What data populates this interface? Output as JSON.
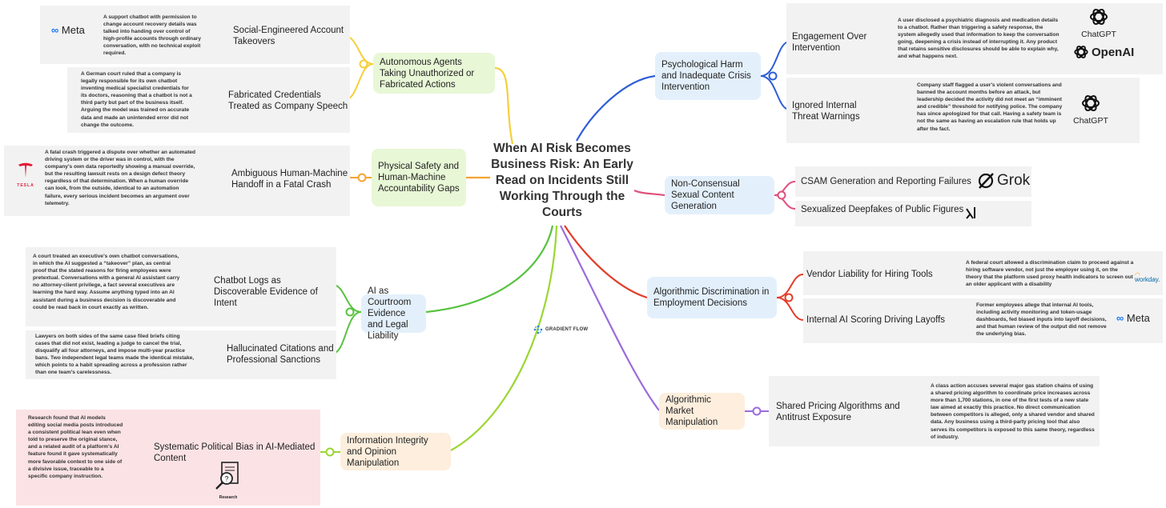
{
  "center": {
    "title": "When AI Risk Becomes Business Risk: An Early Read on Incidents Still Working Through the Courts"
  },
  "watermark": {
    "text": "GRADIENT FLOW"
  },
  "branches": {
    "autonomous": {
      "label": "Autonomous Agents Taking Unauthorized or Fabricated Actions",
      "color": "#e8f7d6"
    },
    "physical": {
      "label": "Physical Safety and Human-Machine Accountability Gaps",
      "color": "#e8f7d6"
    },
    "courtroom": {
      "label": "AI as Courtroom Evidence and Legal Liability",
      "color": "#e3f0fb"
    },
    "information": {
      "label": "Information Integrity and Opinion Manipulation",
      "color": "#fdeedd"
    },
    "psych": {
      "label": "Psychological Harm and Inadequate Crisis Intervention",
      "color": "#e3f0fb"
    },
    "sexual": {
      "label": "Non-Consensual Sexual Content Generation",
      "color": "#e3f0fb"
    },
    "discrimination": {
      "label": "Algorithmic Discrimination in Employment Decisions",
      "color": "#e3f0fb"
    },
    "market": {
      "label": "Algorithmic Market Manipulation",
      "color": "#fdeedd"
    }
  },
  "leaves": {
    "social": {
      "label": "Social-Engineered Account Takeovers",
      "note": "A support chatbot with permission to change account recovery details was talked into handing over control of high-profile accounts through ordinary conversation, with no technical exploit required.",
      "logo": "Meta"
    },
    "fabricated": {
      "label": "Fabricated Credentials Treated as Company Speech",
      "note": "A German court ruled that a company is legally responsible for its own chatbot inventing medical specialist credentials for its doctors, reasoning that a chatbot is not a third party but part of the business itself. Arguing the model was trained on accurate data and made an unintended error did not change the outcome."
    },
    "handoff": {
      "label": "Ambiguous Human-Machine Handoff in a Fatal Crash",
      "note": "A fatal crash triggered a dispute over whether an automated driving system or the driver was in control, with the company's own data reportedly showing a manual override, but the resulting lawsuit rests on a design defect theory regardless of that determination. When a human override can look, from the outside, identical to an automation failure, every serious incident becomes an argument over telemetry.",
      "logo": "TESLA"
    },
    "chatlogs": {
      "label": "Chatbot Logs as Discoverable Evidence of Intent",
      "note": "A court treated an executive's own chatbot conversations, in which the AI suggested a “takeover” plan, as central proof that the stated reasons for firing employees were pretextual. Conversations with a general AI assistant carry no attorney-client privilege, a fact several executives are learning the hard way. Assume anything typed into an AI assistant during a business decision is discoverable and could be read back in court exactly as written."
    },
    "hallucinated": {
      "label": "Hallucinated Citations and Professional Sanctions",
      "note": "Lawyers on both sides of the same case filed briefs citing cases that did not exist, leading a judge to cancel the trial, disqualify all four attorneys, and impose multi-year practice bans. Two independent legal teams made the identical mistake, which points to a habit spreading across a profession rather than one team's carelessness."
    },
    "bias": {
      "label": "Systematic Political Bias in AI-Mediated Content",
      "note": "Research found that AI models editing social media posts introduced a consistent political lean even when told to preserve the original stance, and a related audit of a platform's AI feature found it gave systematically more favorable context to one side of a divisive issue, traceable to a specific company instruction.",
      "icon_label": "Research"
    },
    "engagement": {
      "label": "Engagement Over Intervention",
      "note": "A user disclosed a psychiatric diagnosis and medication details to a chatbot. Rather than triggering a safety response, the system allegedly used that information to keep the conversation going, deepening a crisis instead of interrupting it. Any product that retains sensitive disclosures should be able to explain why, and what happens next.",
      "logo1": "ChatGPT",
      "logo2": "OpenAI"
    },
    "ignored": {
      "label": "Ignored Internal Threat Warnings",
      "note": "Company staff flagged a user's violent conversations and banned the account months before an attack, but leadership decided the activity did not meet an “imminent and credible” threshold for notifying police. The company has since apologized for that call. Having a safety team is not the same as having an escalation rule that holds up after the fact.",
      "logo": "ChatGPT"
    },
    "csam": {
      "label": "CSAM Generation and Reporting Failures",
      "logo": "Grok"
    },
    "deepfakes": {
      "label": "Sexualized Deepfakes of Public Figures"
    },
    "vendor": {
      "label": "Vendor Liability for Hiring Tools",
      "note": "A federal court allowed a discrimination claim to proceed against a hiring software vendor, not just the employer using it, on the theory that the platform used proxy health indicators to screen out an older applicant with a disability",
      "logo": "workday."
    },
    "layoffs": {
      "label": "Internal AI Scoring Driving Layoffs",
      "note": "Former employees allege that internal AI tools, including activity monitoring and token-usage dashboards, fed biased inputs into layoff decisions, and that human review of the output did not remove the underlying bias.",
      "logo": "Meta"
    },
    "pricing": {
      "label": "Shared Pricing Algorithms and Antitrust Exposure",
      "note": "A class action accuses several major gas station chains of using a shared pricing algorithm to coordinate price increases across more than 1,700 stations, in one of the first tests of a new state law aimed at exactly this practice. No direct communication between competitors is alleged, only a shared vendor and shared data. Any business using a third-party pricing tool that also serves its competitors is exposed to this same theory, regardless of industry."
    }
  },
  "colors": {
    "yellow": "#f5cf3a",
    "orange": "#f3a431",
    "green": "#58c23f",
    "lime": "#9bd632",
    "blue": "#2f5ed6",
    "pink": "#e0507c",
    "red": "#e23d2a",
    "purple": "#9b6bdb"
  }
}
